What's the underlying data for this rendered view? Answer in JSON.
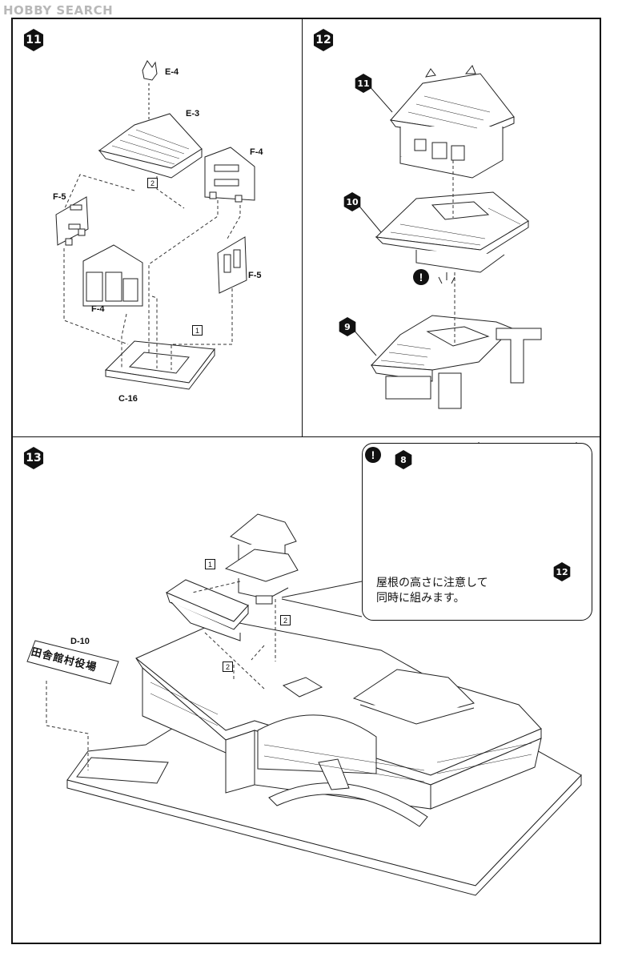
{
  "watermark": "HOBBY SEARCH",
  "steps": {
    "s11": "11",
    "s12": "12",
    "s13": "13",
    "sub11": "11",
    "sub10": "10",
    "sub9": "9",
    "sub8": "8",
    "sub12": "12"
  },
  "parts": {
    "e4": "E-4",
    "e3": "E-3",
    "f4a": "F-4",
    "f5a": "F-5",
    "f4b": "F-4",
    "f5b": "F-5",
    "c16": "C-16",
    "d10": "D-10"
  },
  "boxes": {
    "b2a": "2",
    "b1a": "1",
    "b1b": "1",
    "b2b": "2",
    "b2c": "2"
  },
  "warning": "!",
  "note": {
    "line1": "屋根の高さに注意して",
    "line2": "同時に組みます。"
  },
  "sign_text": "田舎館村役場"
}
